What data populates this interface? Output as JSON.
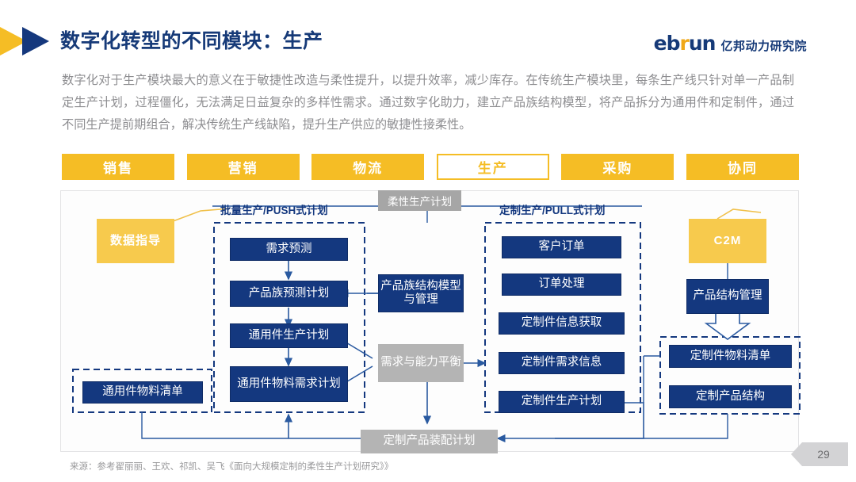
{
  "header": {
    "title": "数字化转型的不同模块：生产",
    "logo_main_a": "eb",
    "logo_main_r": "r",
    "logo_main_b": "un",
    "logo_cn": "亿邦动力研究院",
    "title_color": "#163a78",
    "accent_color": "#f5bd25"
  },
  "paragraph": "数字化对于生产模块最大的意义在于敏捷性改造与柔性提升，以提升效率，减少库存。在传统生产模块里，每条生产线只针对单一产品制定生产计划，过程僵化，无法满足日益复杂的多样性需求。通过数字化助力，建立产品族结构模型，将产品拆分为通用件和定制件，通过不同生产提前期组合，解决传统生产线缺陷，提升生产供应的敏捷性接柔性。",
  "tabs": [
    {
      "label": "销售",
      "active": false
    },
    {
      "label": "营销",
      "active": false
    },
    {
      "label": "物流",
      "active": false
    },
    {
      "label": "生产",
      "active": true
    },
    {
      "label": "采购",
      "active": false
    },
    {
      "label": "协同",
      "active": false
    }
  ],
  "diagram": {
    "captions": {
      "left": "批量生产/PUSH式计划",
      "center": "柔性生产计划",
      "right": "定制生产/PULL式计划"
    },
    "nodes": {
      "data_guide": "数据指导",
      "c2m": "C2M",
      "demand_forecast": "需求预测",
      "family_forecast_plan": "产品族预测计划",
      "common_part_prod_plan": "通用件生产计划",
      "common_part_material_plan": "通用件物料需求计划",
      "common_part_bom": "通用件物料清单",
      "family_structure_model": "产品族结构模型与管理",
      "demand_capacity_balance": "需求与能力平衡",
      "customer_order": "客户订单",
      "order_processing": "订单处理",
      "custom_info_acquire": "定制件信息获取",
      "custom_demand_info": "定制件需求信息",
      "custom_prod_plan": "定制件生产计划",
      "product_structure_mgmt": "产品结构管理",
      "custom_part_bom": "定制件物料清单",
      "custom_product_structure": "定制产品结构",
      "assembly_plan": "定制产品装配计划"
    },
    "colors": {
      "box_blue": "#14387f",
      "box_yellow": "#f7ca4d",
      "box_gray": "#b4b4b4",
      "line_blue": "#2a5aa0"
    }
  },
  "footer": {
    "source": "来源：参考翟丽丽、王欢、祁凯、吴飞《面向大规模定制的柔性生产计划研究》》",
    "page_number": "29"
  }
}
